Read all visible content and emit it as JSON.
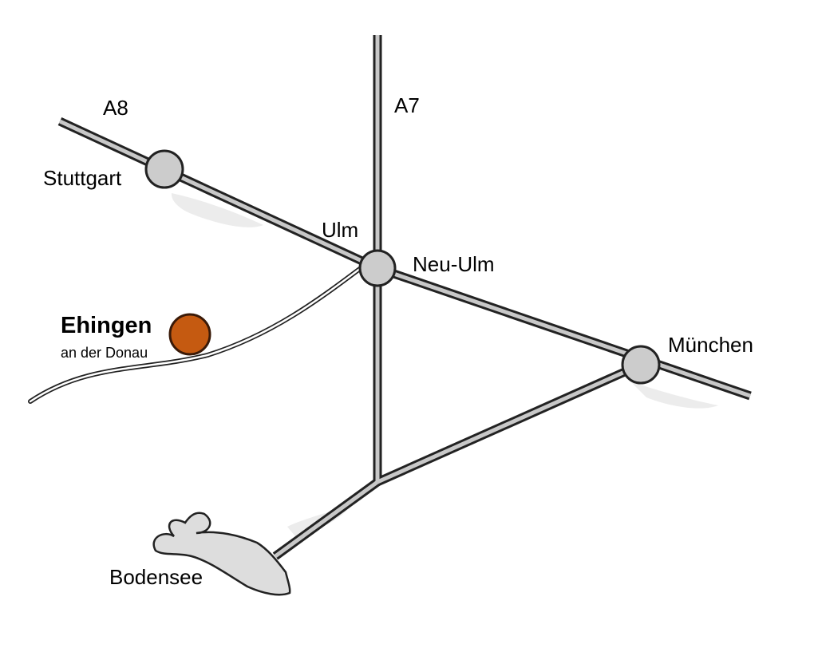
{
  "map": {
    "roads": {
      "a8_label": "A8",
      "a7_label": "A7"
    },
    "cities": {
      "stuttgart": "Stuttgart",
      "ulm": "Ulm",
      "neu_ulm": "Neu-Ulm",
      "muenchen": "München",
      "bodensee": "Bodensee"
    },
    "highlight": {
      "name": "Ehingen",
      "subtitle": "an der Donau"
    },
    "colors": {
      "road_fill": "#c8c8c8",
      "road_outline": "#222222",
      "node_fill": "#cccccc",
      "node_outline": "#222222",
      "highlight_fill": "#c55a11",
      "highlight_outline": "#3a1a08",
      "lake_fill": "#dddddd",
      "shadow": "#ebebeb"
    }
  }
}
